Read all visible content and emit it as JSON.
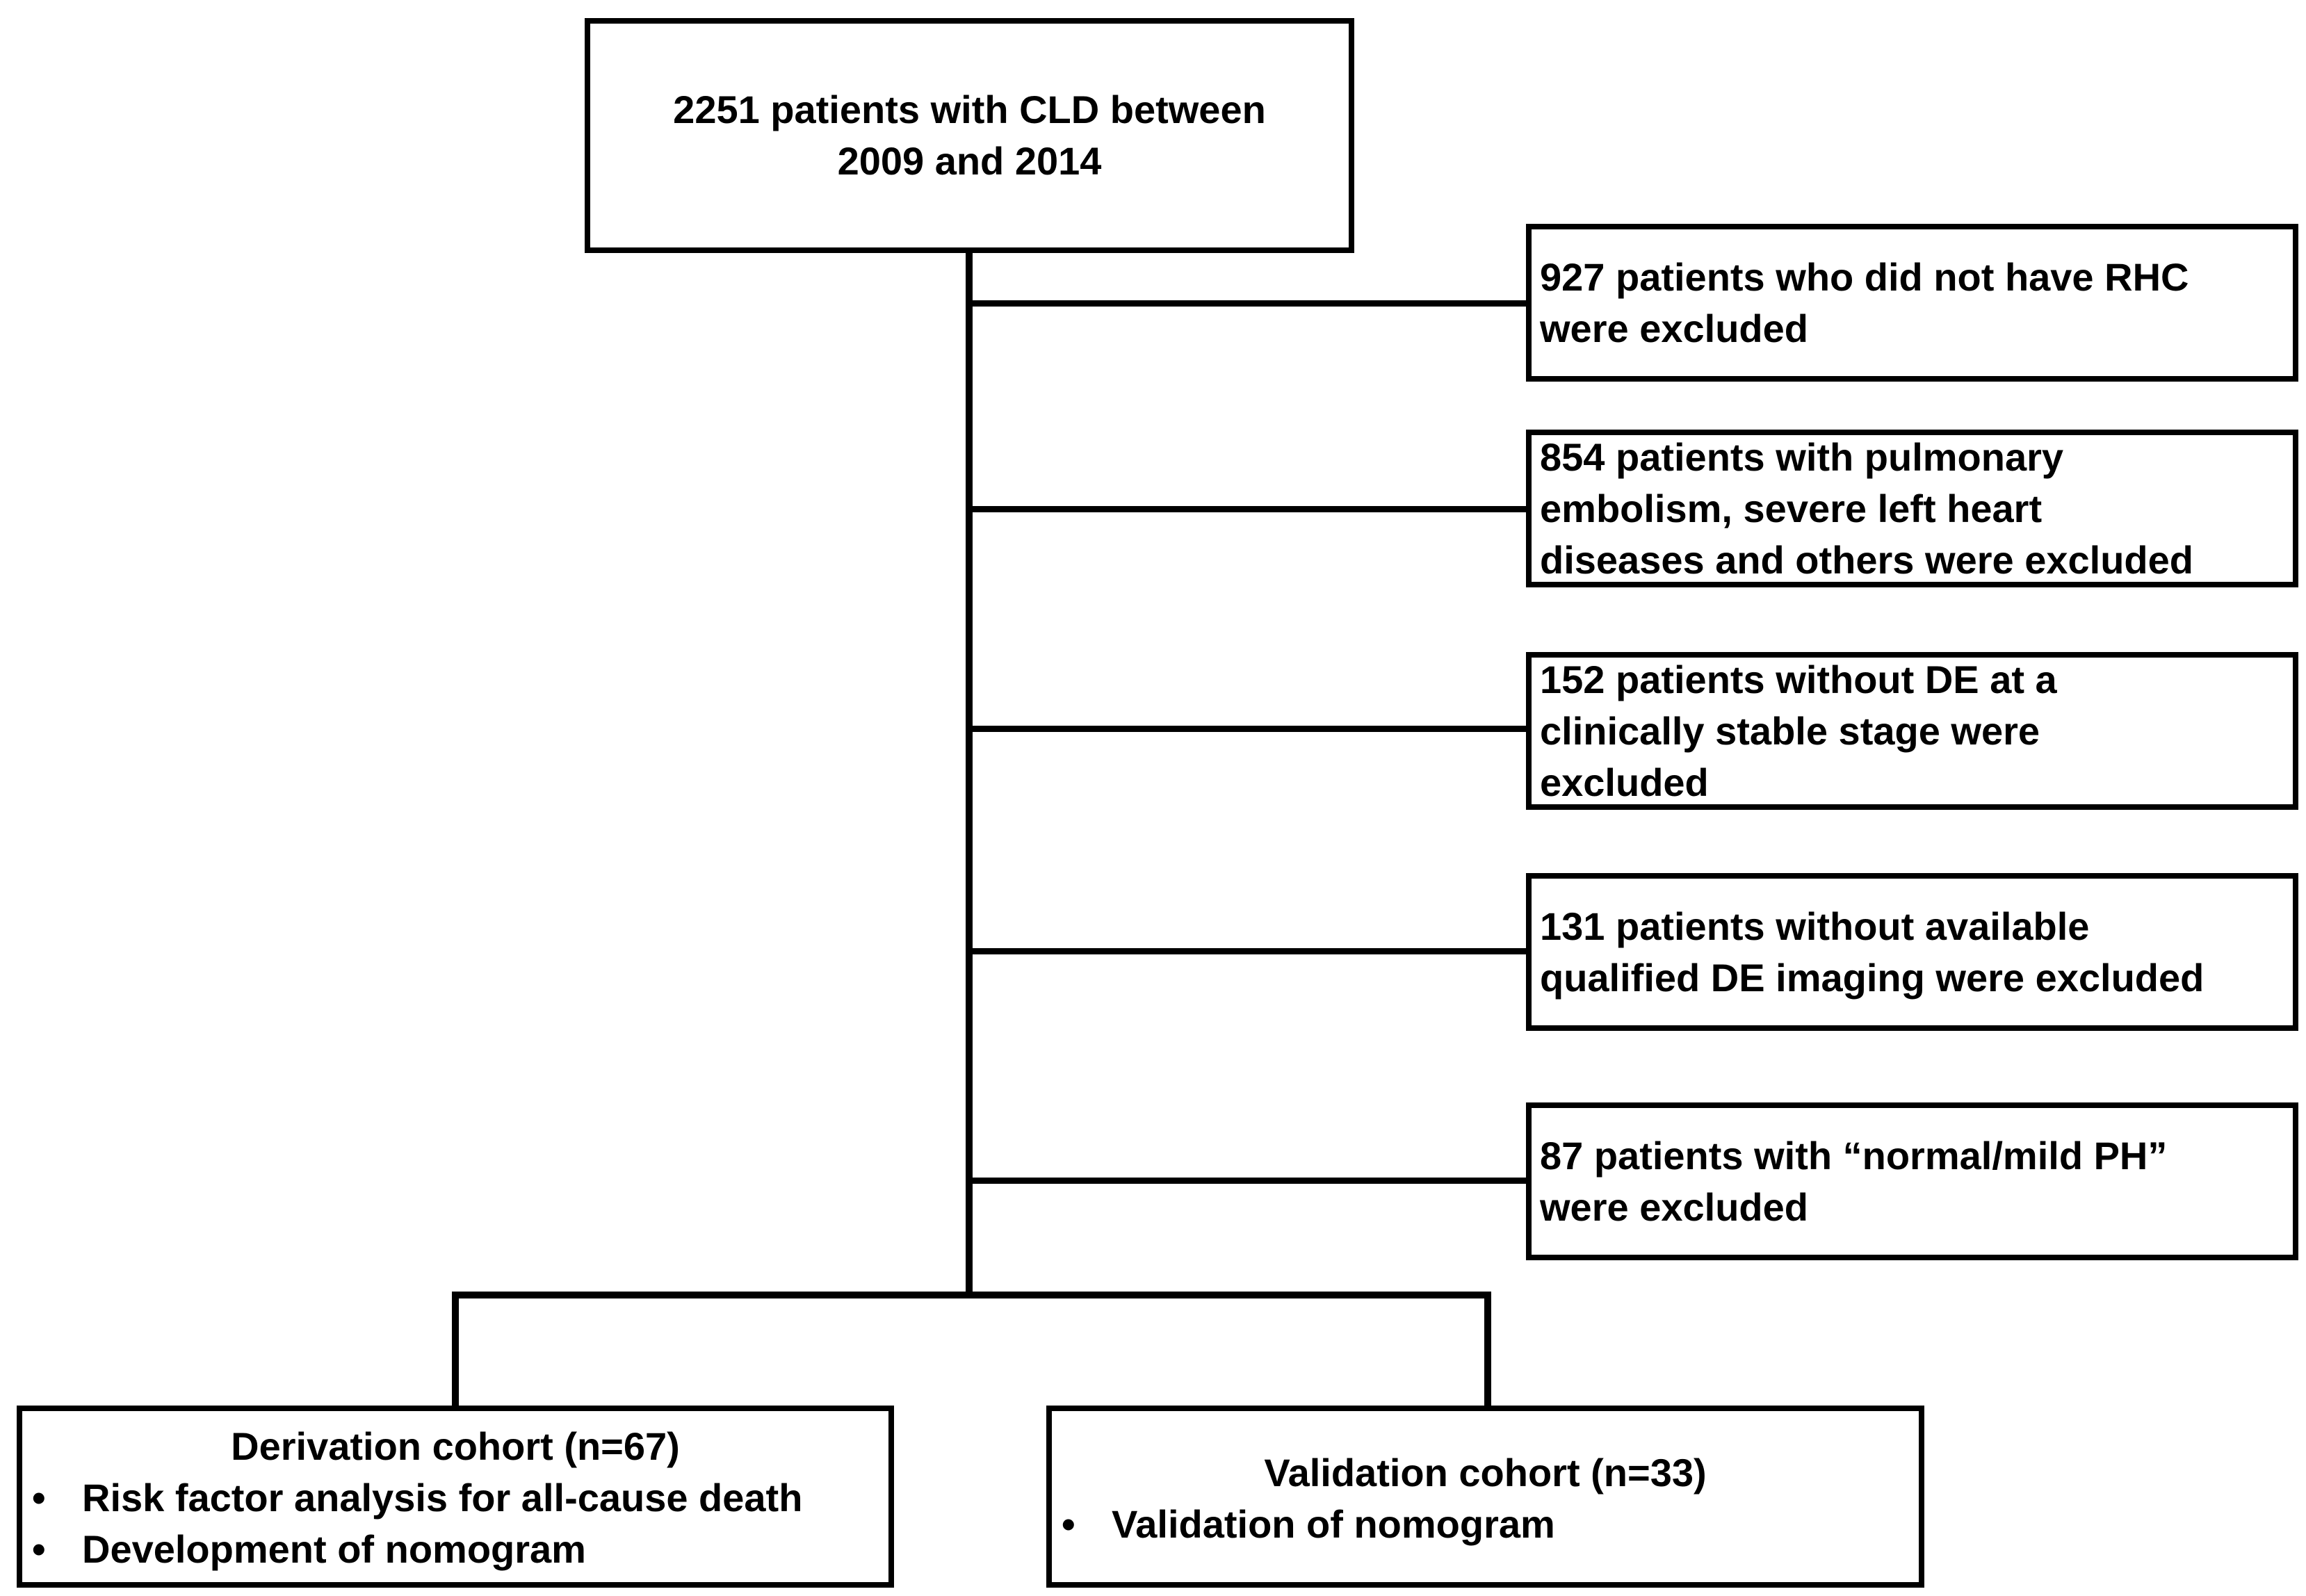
{
  "top": {
    "text": "2251 patients with CLD between\n2009 and 2014"
  },
  "exclusions": [
    {
      "text": "927 patients who did not have RHC\nwere excluded"
    },
    {
      "text": "854 patients with pulmonary\nembolism, severe left heart\ndiseases and others were excluded"
    },
    {
      "text": "152 patients without DE at a\nclinically stable stage were\nexcluded"
    },
    {
      "text": "131 patients without available\nqualified DE imaging were excluded"
    },
    {
      "text": "87 patients with “normal/mild PH”\nwere excluded"
    }
  ],
  "derivation": {
    "title": "Derivation cohort (n=67)",
    "items": [
      "Risk factor analysis for all-cause death",
      "Development of nomogram"
    ]
  },
  "validation": {
    "title": "Validation cohort (n=33)",
    "items": [
      "Validation of nomogram"
    ]
  },
  "bullet_symbol": "•"
}
